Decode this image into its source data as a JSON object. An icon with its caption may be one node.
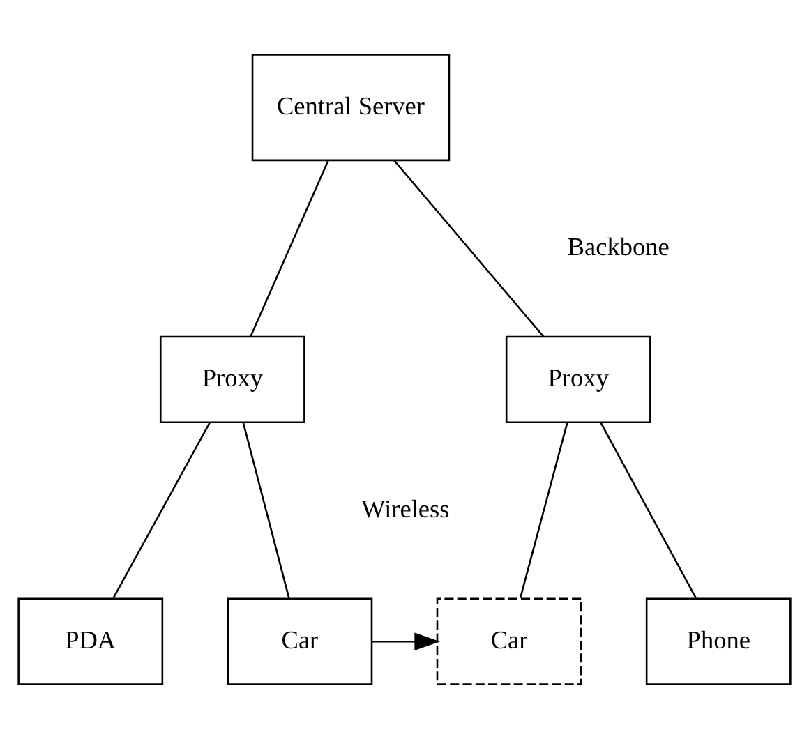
{
  "diagram": {
    "nodes": [
      {
        "text": [
          "Central Server"
        ]
      },
      {
        "text": [
          "Proxy"
        ]
      },
      {
        "text": [
          "Proxy"
        ]
      },
      {
        "text": [
          "PDA"
        ]
      },
      {
        "text": [
          "Car"
        ]
      },
      {
        "text": [
          "Car"
        ]
      },
      {
        "text": [
          "Phone"
        ]
      }
    ],
    "edges": [
      {
        "from": 0,
        "to": 1,
        "arrow": "none"
      },
      {
        "from": 0,
        "to": 2,
        "arrow": "none"
      },
      {
        "from": 1,
        "to": 3,
        "arrow": "none"
      },
      {
        "from": 1,
        "to": 4,
        "arrow": "none"
      },
      {
        "from": 2,
        "to": 5,
        "arrow": "none"
      },
      {
        "from": 2,
        "to": 6,
        "arrow": "none"
      },
      {
        "from": 4,
        "to": 5,
        "arrow": "to"
      }
    ],
    "labels": [
      "Backbone",
      "Wireless"
    ]
  }
}
